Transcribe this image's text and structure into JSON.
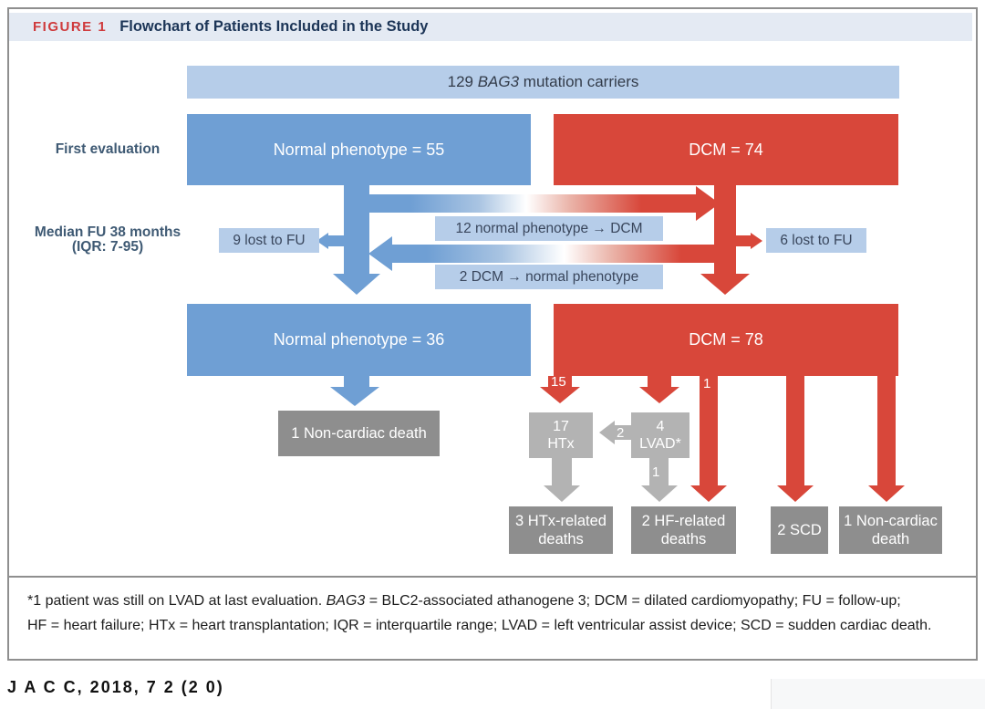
{
  "colors": {
    "blue": "#6f9fd4",
    "red": "#d8473a",
    "light_blue": "#b6cde9",
    "light_gray": "#b3b3b3",
    "dark_gray": "#8e8e8e",
    "header_band": "#e4eaf3",
    "figure_tag_red": "#cf3a3c",
    "title_navy": "#1c3557"
  },
  "header": {
    "tag": "FIGURE 1",
    "title": "Flowchart of Patients Included in the Study"
  },
  "side_labels": {
    "first_evaluation": "First evaluation",
    "median_fu_line1": "Median FU 38 months",
    "median_fu_line2": "(IQR: 7-95)"
  },
  "root_box": {
    "prefix": "129 ",
    "gene": "BAG3",
    "suffix": " mutation carriers"
  },
  "row1": {
    "normal": "Normal phenotype = 55",
    "dcm": "DCM = 74"
  },
  "mid": {
    "lost_left": "9 lost to FU",
    "lost_right": "6 lost to FU",
    "cross_to_dcm": "12 normal phenotype → DCM",
    "cross_to_normal": "2 DCM → normal phenotype"
  },
  "row2": {
    "normal": "Normal phenotype = 36",
    "dcm": "DCM = 78"
  },
  "arrow_labels": {
    "dcm_to_htx": "15",
    "dcm_to_hf": "1",
    "lvad_to_htx": "2",
    "lvad_down": "1"
  },
  "outcomes": {
    "noncardiac_left": "1 Non-cardiac death",
    "htx_line1": "17",
    "htx_line2": "HTx",
    "lvad_line1": "4",
    "lvad_line2": "LVAD*",
    "htx_deaths_line1": "3 HTx-related",
    "htx_deaths_line2": "deaths",
    "hf_deaths_line1": "2 HF-related",
    "hf_deaths_line2": "deaths",
    "scd": "2 SCD",
    "noncardiac_right_line1": "1 Non-cardiac",
    "noncardiac_right_line2": "death"
  },
  "footnote": {
    "line1_pre": "*1 patient was still on LVAD at last evaluation. ",
    "line1_gene": "BAG3",
    "line1_post": " = BLC2-associated athanogene 3; DCM = dilated cardiomyopathy; FU = follow-up;",
    "line2": "HF = heart failure; HTx = heart transplantation; IQR = interquartile range; LVAD = left ventricular assist device; SCD = sudden cardiac death."
  },
  "citation": "J A C C, 2018, 7 2 (2 0)"
}
